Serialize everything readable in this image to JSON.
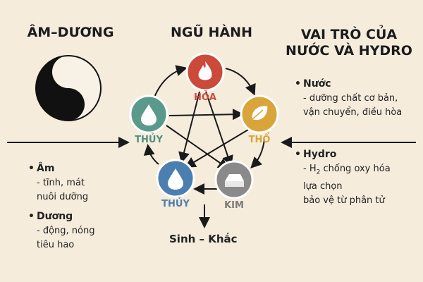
{
  "headers": {
    "am_duong": "ÂM–DƯƠNG",
    "ngu_hanh": "NGŨ HÀNH",
    "vai_tro_line1": "VAI TRÒ CỦA",
    "vai_tro_line2": "NƯỚC VÀ HYDRO"
  },
  "elements": {
    "hoa": "HỎA",
    "tho": "THỔ",
    "kim": "KIM",
    "thuy_left": "THỦY",
    "thuy_bottom": "THỦY"
  },
  "am_duong": {
    "am_title": "Âm",
    "am_1": "- tĩnh, mát",
    "am_2": "nuôi dưỡng",
    "duong_title": "Dương",
    "duong_1": "- động, nóng",
    "duong_2": "tiêu hao"
  },
  "vai_tro": {
    "nuoc_title": "Nước",
    "nuoc_1": "- dưỡng chất cơ bản,",
    "nuoc_2": "vận chuyển, điều hòa",
    "hydro_title": "Hydro",
    "hydro_1_pre": "- H",
    "hydro_1_sub": "2",
    "hydro_1_post": " chống oxy hóa",
    "hydro_2": "lựa chọn",
    "hydro_3": "bảo vệ từ phân tử"
  },
  "sinh_khac": "Sinh – Khắc",
  "colors": {
    "background": "#f5ecdc",
    "hoa": "#cc4a3a",
    "tho": "#d9a53a",
    "kim": "#8a8a8a",
    "thuy": "#5a9a8a",
    "thuy_bottom": "#4a7fb0"
  },
  "icons": {
    "yin_yang": "yin-yang-icon",
    "hoa": "flame-icon",
    "tho": "leaf-icon",
    "kim": "metal-ingot-icon",
    "thuy": "water-drop-icon"
  }
}
